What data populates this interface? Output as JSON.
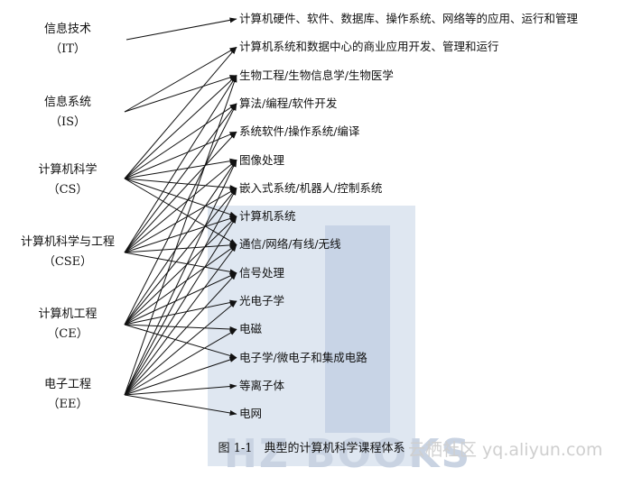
{
  "sources": [
    {
      "id": "IT",
      "name": "信息技术",
      "abbr": "（IT）"
    },
    {
      "id": "IS",
      "name": "信息系统",
      "abbr": "（IS）"
    },
    {
      "id": "CS",
      "name": "计算机科学",
      "abbr": "（CS）"
    },
    {
      "id": "CSE",
      "name": "计算机科学与工程",
      "abbr": "（CSE）"
    },
    {
      "id": "CE",
      "name": "计算机工程",
      "abbr": "（CE）"
    },
    {
      "id": "EE",
      "name": "电子工程",
      "abbr": "（EE）"
    }
  ],
  "targets": [
    "计算机硬件、软件、数据库、操作系统、网络等的应用、运行和管理",
    "计算机系统和数据中心的商业应用开发、管理和运行",
    "生物工程/生物信息学/生物医学",
    "算法/编程/软件开发",
    "系统软件/操作系统/编译",
    "图像处理",
    "嵌入式系统/机器人/控制系统",
    "计算机系统",
    "通信/网络/有线/无线",
    "信号处理",
    "光电子学",
    "电磁",
    "电子学/微电子和集成电路",
    "等离子体",
    "电网"
  ],
  "links": {
    "IT": [
      0
    ],
    "IS": [
      1,
      2
    ],
    "CS": [
      1,
      2,
      3,
      4,
      5,
      6,
      7,
      8
    ],
    "CSE": [
      2,
      3,
      4,
      5,
      6,
      7,
      8,
      9
    ],
    "CE": [
      3,
      5,
      6,
      7,
      8,
      9,
      10,
      11,
      12
    ],
    "EE": [
      2,
      5,
      6,
      7,
      8,
      9,
      10,
      11,
      12,
      13,
      14
    ]
  },
  "caption": "图 1-1　典型的计算机科学课程体系",
  "watermark": {
    "brand": "HZ BOOKS",
    "site": "云栖社区 yq.aliyun.com"
  }
}
